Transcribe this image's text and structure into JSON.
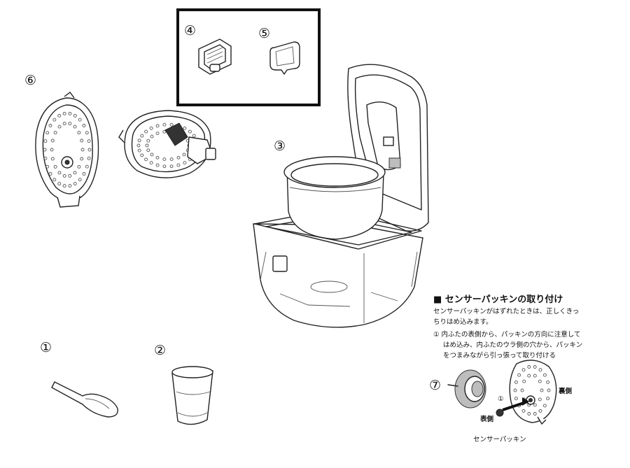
{
  "part_numbers": {
    "spatula": "①",
    "measuring_cup": "②",
    "inner_pot": "③",
    "sensor_parts_a": "④",
    "sensor_parts_b": "⑤",
    "inner_lid": "⑥",
    "sensor_packing_detail": "⑦"
  },
  "sensor_note": {
    "title": "■ センサーパッキンの取り付け",
    "line1": "センサーパッキンがはずれたときは、正しくきっ",
    "line2": "ちりはめ込みます。",
    "step1_line1": "① 内ふたの表側から、パッキンの方向に注意して",
    "step1_line2": "はめ込み、内ふたのウラ側の穴から、パッキン",
    "step1_line3": "をつまみながら引っ張って取り付ける"
  },
  "detail_labels": {
    "back_side": "裏側",
    "front_side": "表側",
    "step_marker": "①",
    "sensor_packing": "センサーパッキン"
  }
}
